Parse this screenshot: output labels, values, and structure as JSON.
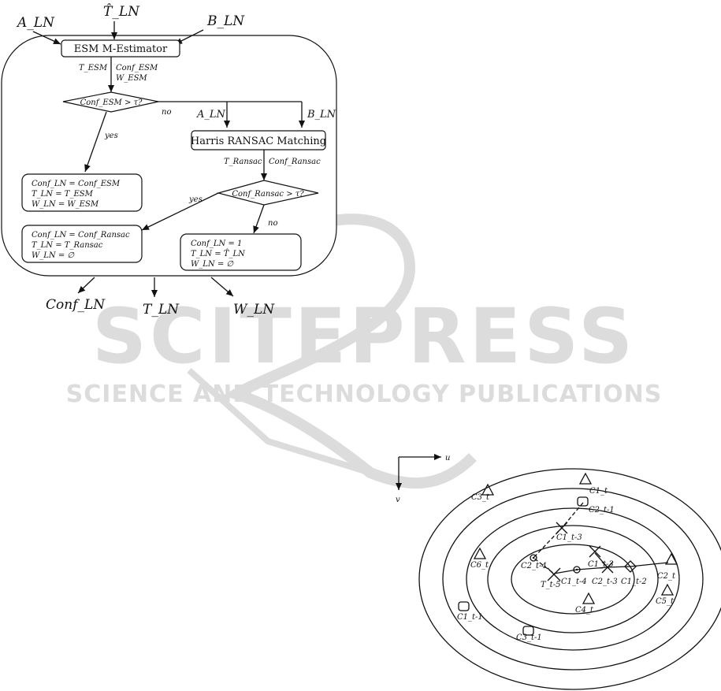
{
  "flowchart": {
    "inputs": {
      "a": "A_LN",
      "t_hat": "T̂_LN",
      "b": "B_LN"
    },
    "esm_box": "ESM M-Estimator",
    "esm_outputs": {
      "t": "T_ESM",
      "conf": "Conf_ESM",
      "w": "W_ESM"
    },
    "decision1": "Conf_ESM > τ?",
    "decision1_yes": "yes",
    "decision1_no": "no",
    "branch_inputs": {
      "a": "A_LN",
      "b": "B_LN"
    },
    "harris_box": "Harris RANSAC Matching",
    "harris_outputs": {
      "t": "T_Ransac",
      "conf": "Conf_Ransac"
    },
    "decision2": "Conf_Ransac > τ?",
    "decision2_yes": "yes",
    "decision2_no": "no",
    "result_esm": [
      "Conf_LN = Conf_ESM",
      "T_LN = T_ESM",
      "W_LN = W_ESM"
    ],
    "result_ransac": [
      "Conf_LN = Conf_Ransac",
      "T_LN = T_Ransac",
      "W_LN = ∅"
    ],
    "result_fallback": [
      "Conf_LN = 1",
      "T_LN = T̂_LN",
      "W_LN = ∅"
    ],
    "outputs": {
      "conf": "Conf_LN",
      "t": "T_LN",
      "w": "W_LN"
    }
  },
  "watermark": {
    "title": "SCITEPRESS",
    "subtitle": "SCIENCE AND TECHNOLOGY PUBLICATIONS",
    "color": "#dcdcdc"
  },
  "ellipse_diagram": {
    "axis_u": "u",
    "axis_v": "v",
    "labels": {
      "c3t": "C3_t",
      "c1t": "C1_t",
      "c2t1": "C2_t-1",
      "c1t3a": "C1_t-3",
      "c6t": "C6_t",
      "c1t3b": "C1_t-3",
      "c2t4": "C2_t-4",
      "c1t4": "C1_t-4",
      "tt5": "T_t-5",
      "c2t3": "C2_t-3",
      "c1t2": "C1_t-2",
      "c2t": "C2_t",
      "c4t": "C4_t",
      "c5t": "C5_t",
      "c1t1": "C1_t-1",
      "c3t1": "C3_t-1"
    }
  }
}
